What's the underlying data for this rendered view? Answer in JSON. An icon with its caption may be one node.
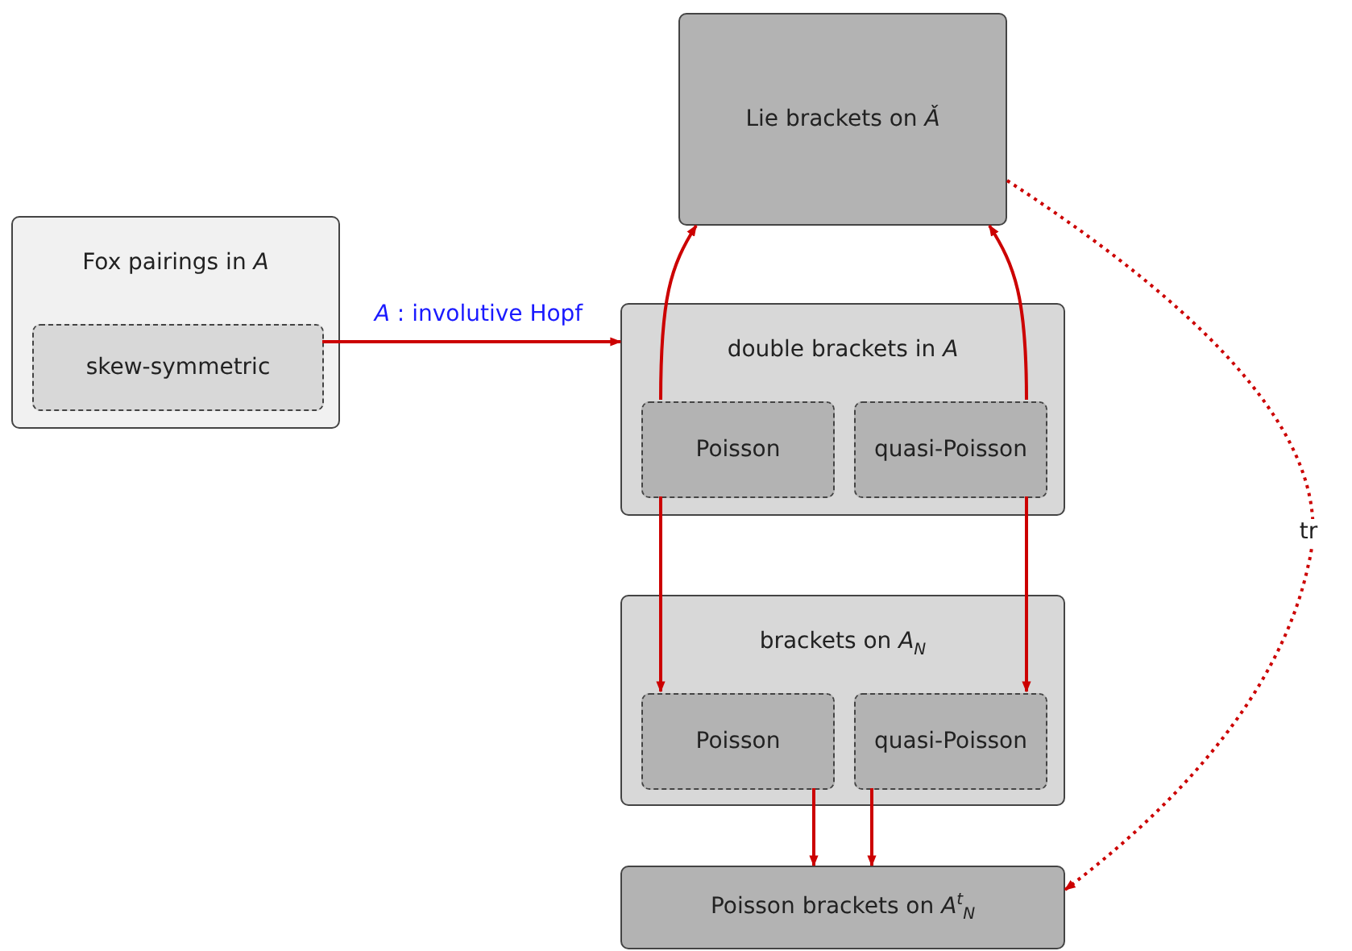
{
  "diagram": {
    "nodes": [
      {
        "text": [
          "Fox pairings in *A*"
        ]
      },
      {
        "text": [
          "skew-symmetric"
        ],
        "in": 0
      },
      {
        "text": [
          "Lie brackets on *Ǎ*"
        ]
      },
      {
        "text": [
          "double brackets in *A*"
        ]
      },
      {
        "text": [
          "Poisson"
        ],
        "in": 3
      },
      {
        "text": [
          "quasi-Poisson"
        ],
        "in": 3
      },
      {
        "text": [
          "brackets on *A*$_{N}$"
        ]
      },
      {
        "text": [
          "Poisson"
        ],
        "in": 6
      },
      {
        "text": [
          "quasi-Poisson"
        ],
        "in": 6
      },
      {
        "text": [
          "Poisson brackets on *A*$^{t}$$_{N}$"
        ]
      }
    ],
    "edges": [
      {
        "from": 1,
        "to": 3,
        "arrow": "to",
        "label": "*A* : involutive Hopf"
      },
      {
        "from": 4,
        "to": 2,
        "arrow": "to"
      },
      {
        "from": 5,
        "to": 2,
        "arrow": "to"
      },
      {
        "from": 4,
        "to": 7,
        "arrow": "to"
      },
      {
        "from": 5,
        "to": 8,
        "arrow": "to"
      },
      {
        "from": 7,
        "to": 9,
        "arrow": "to"
      },
      {
        "from": 8,
        "to": 9,
        "arrow": "to"
      },
      {
        "from": 2,
        "to": 9,
        "arrow": "to",
        "style": "dashed",
        "label": "tr"
      }
    ]
  }
}
